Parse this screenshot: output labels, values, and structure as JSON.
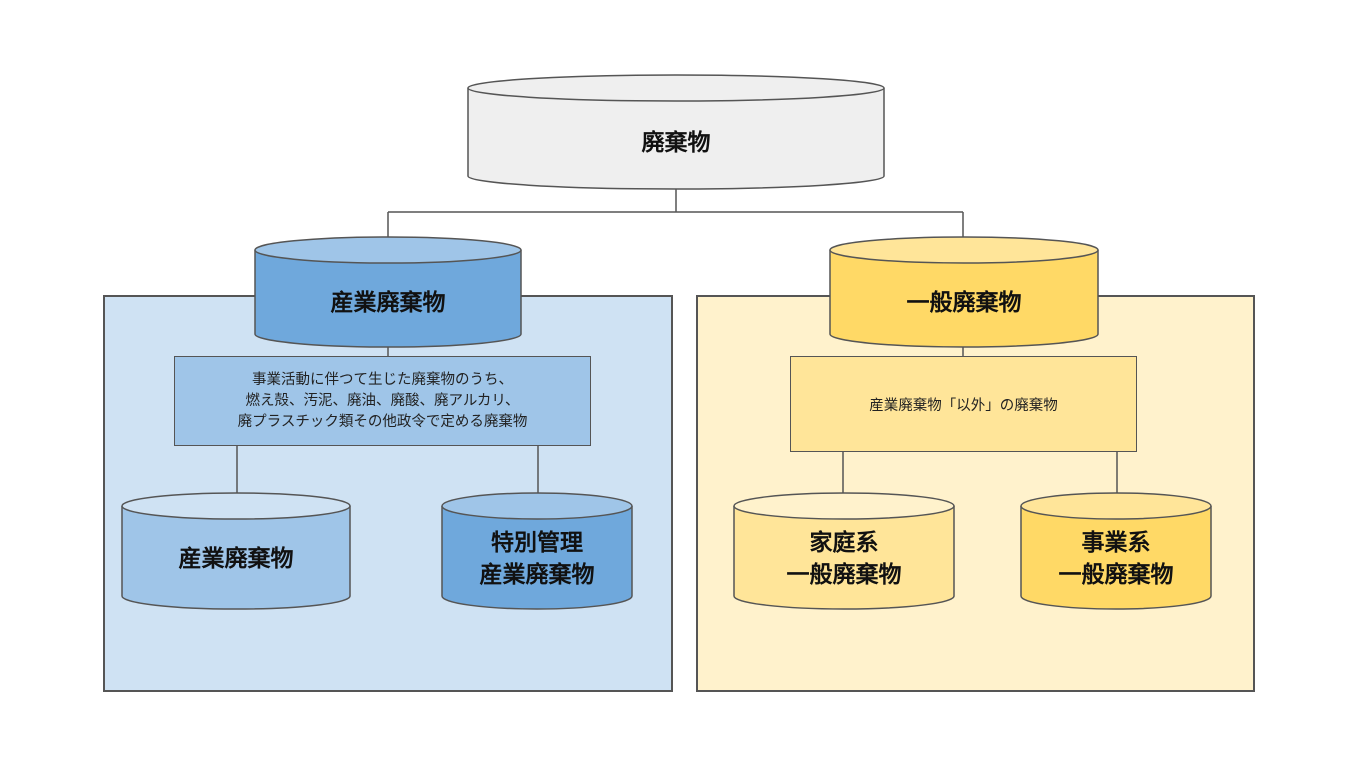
{
  "root": {
    "label": "廃棄物"
  },
  "industrial": {
    "title": "産業廃棄物",
    "definition": "事業活動に伴つて生じた廃棄物のうち、\n燃え殻、汚泥、廃油、廃酸、廃アルカリ、\n廃プラスチック類その他政令で定める廃棄物",
    "children": [
      {
        "label": "産業廃棄物"
      },
      {
        "label": "特別管理\n産業廃棄物"
      }
    ]
  },
  "general": {
    "title": "一般廃棄物",
    "definition": "産業廃棄物「以外」の廃棄物",
    "children": [
      {
        "label": "家庭系\n一般廃棄物"
      },
      {
        "label": "事業系\n一般廃棄物"
      }
    ]
  },
  "colors": {
    "root_fill": "#efefef",
    "industrial_panel": "#cfe2f3",
    "industrial_title_fill": "#6fa8dc",
    "industrial_light_fill": "#9fc5e8",
    "general_panel": "#fff2cc",
    "general_title_fill": "#ffd966",
    "general_light_fill": "#ffe599",
    "border": "#555555"
  }
}
